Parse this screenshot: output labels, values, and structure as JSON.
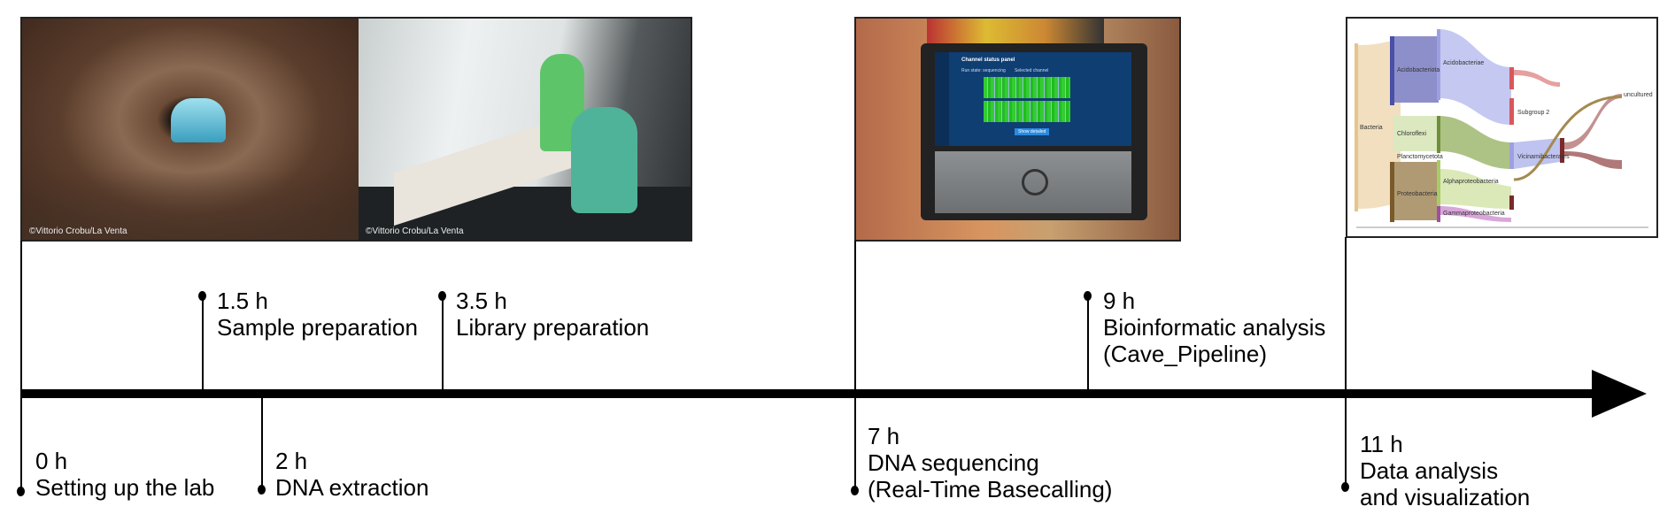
{
  "photos": {
    "cave_credit": "©Vittorio Crobu/La Venta",
    "lab_credit": "©Vittorio Crobu/La Venta"
  },
  "sequencer_screen": {
    "panel_title": "Channel status panel",
    "run_state": "Run state: sequencing",
    "selected": "Selected channel",
    "button": "Show detailed"
  },
  "sankey": {
    "labels": [
      "Bacteria",
      "Acidobacteriota",
      "Chloroflexi",
      "Planctomycetota",
      "Proteobacteria",
      "Acidobacteriae",
      "Alphaproteobacteria",
      "Gammaproteobacteria",
      "Vicinamibacterales",
      "Subgroup 2",
      "uncultured"
    ]
  },
  "timeline": {
    "events": [
      {
        "time": "0 h",
        "label": [
          "Setting up the lab"
        ]
      },
      {
        "time": "1.5 h",
        "label": [
          "Sample preparation"
        ]
      },
      {
        "time": "2 h",
        "label": [
          "DNA extraction"
        ]
      },
      {
        "time": "3.5 h",
        "label": [
          "Library preparation"
        ]
      },
      {
        "time": "7 h",
        "label": [
          "DNA sequencing",
          "(Real-Time Basecalling)"
        ]
      },
      {
        "time": "9 h",
        "label": [
          "Bioinformatic analysis",
          "(Cave_Pipeline)"
        ]
      },
      {
        "time": "11 h",
        "label": [
          "Data analysis",
          "and visualization"
        ]
      }
    ]
  }
}
